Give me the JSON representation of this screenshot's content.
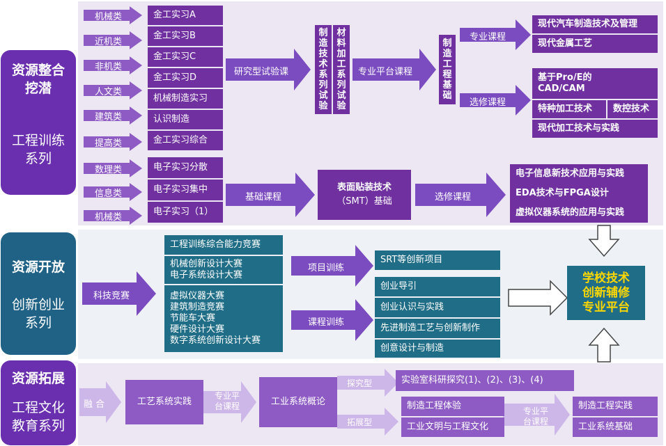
{
  "sections": {
    "integration": {
      "title": "资源整合挖潜",
      "subtitle_lines": [
        "工程训练",
        "系列"
      ]
    },
    "open": {
      "title": "资源开放",
      "subtitle_lines": [
        "创新创业",
        "系列"
      ]
    },
    "extend": {
      "title": "资源拓展",
      "subtitle_lines": [
        "工程文化",
        "教育系列"
      ]
    }
  },
  "engineering": {
    "tags": [
      "机械类",
      "近机类",
      "非机类",
      "人文类",
      "建筑类",
      "提高类"
    ],
    "courses": [
      "金工实习A",
      "金工实习B",
      "金工实习C",
      "金工实习D",
      "机械制造实习",
      "认识制造",
      "金工实习综合"
    ],
    "arrow1": "研究型试验课",
    "vertical1": [
      "制",
      "造",
      "技",
      "术",
      "系",
      "列",
      "试",
      "验"
    ],
    "vertical2": [
      "材",
      "料",
      "加",
      "工",
      "系",
      "列",
      "试",
      "验"
    ],
    "arrow2": "专业平台课程",
    "vertical3": [
      "制",
      "造",
      "工",
      "程",
      "基",
      "础"
    ],
    "arrow_pro": "专业课程",
    "arrow_elec": "选修课程",
    "pro_courses": [
      "现代汽车制造技术及管理",
      "现代金属工艺"
    ],
    "elec_courses": {
      "top_line1": "基于Pro/E的",
      "top_line2": "CAD/CAM",
      "left": "特种加工技术",
      "right": "数控技术",
      "bottom": "现代加工技术与实践"
    }
  },
  "electronics": {
    "tags": [
      "数理类",
      "信息类",
      "机械类"
    ],
    "courses": [
      "电子实习分散",
      "电子实习集中",
      "电子实习（1）"
    ],
    "arrow1": "基础课程",
    "smt_line1": "表面贴装技术",
    "smt_line2": "（SMT）基础",
    "arrow2": "选修课程",
    "electives": [
      "电子信息新技术应用与实践",
      "EDA技术与FPGA设计",
      "虚拟仪器系统的应用与实践"
    ]
  },
  "innovation": {
    "arrow_main": "科技竞赛",
    "competitions": [
      "工程训练综合能力竞赛",
      "机械创新设计大赛",
      "电子系统设计大赛",
      "虚拟仪器大赛",
      "建筑制造竞赛",
      "节能车大赛",
      "硬件设计大赛",
      "数字系统创新设计大赛"
    ],
    "arrow_project": "项目训练",
    "project": "SRT等创新项目",
    "arrow_course": "课程训练",
    "course_items": [
      "创业导引",
      "创业认识与实践",
      "先进制造工艺与创新制作",
      "创意设计与制造"
    ],
    "platform_lines": [
      "学校技术",
      "创新辅修",
      "专业平台"
    ]
  },
  "culture": {
    "merge": "融 合",
    "craft": "工艺系统实践",
    "arrow_platform1_lines": [
      "专业平",
      "台课程"
    ],
    "industry": "工业系统概论",
    "explore_tag": "探究型",
    "extend_tag": "拓展型",
    "lab": "实验室科研探究(1)、(2)、(3)、(4)",
    "exp_items": [
      "制造工程体验",
      "工业文明与工程文化"
    ],
    "arrow_platform2_lines": [
      "专业平",
      "台课程"
    ],
    "final_items": [
      "制造工程实践",
      "工业系统基础"
    ]
  },
  "colors": {
    "purple": "#7030A0",
    "light_purple": "#8E5BC4",
    "teal": "#1F6D86",
    "yellow": "#FFD700"
  }
}
